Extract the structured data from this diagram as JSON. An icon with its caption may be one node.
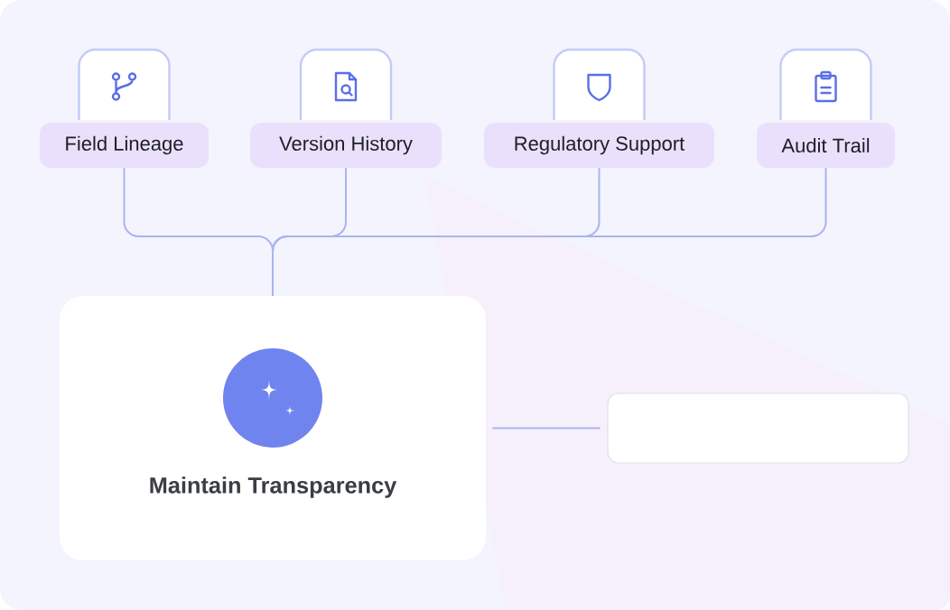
{
  "diagram": {
    "nodes": [
      {
        "text": [
          "Field Lineage"
        ]
      },
      {
        "text": [
          "Version History"
        ]
      },
      {
        "text": [
          "Regulatory Support"
        ]
      },
      {
        "text": [
          "Audit Trail"
        ]
      },
      {
        "text": [
          "Maintain Transparency"
        ]
      },
      {
        "text": [],
        "shape": "box"
      }
    ],
    "edges": [
      {
        "from": 0,
        "to": 4,
        "arrow": "none"
      },
      {
        "from": 1,
        "to": 4,
        "arrow": "none"
      },
      {
        "from": 2,
        "to": 4,
        "arrow": "none"
      },
      {
        "from": 3,
        "to": 4,
        "arrow": "none"
      },
      {
        "from": 4,
        "to": 5,
        "arrow": "none"
      }
    ]
  }
}
